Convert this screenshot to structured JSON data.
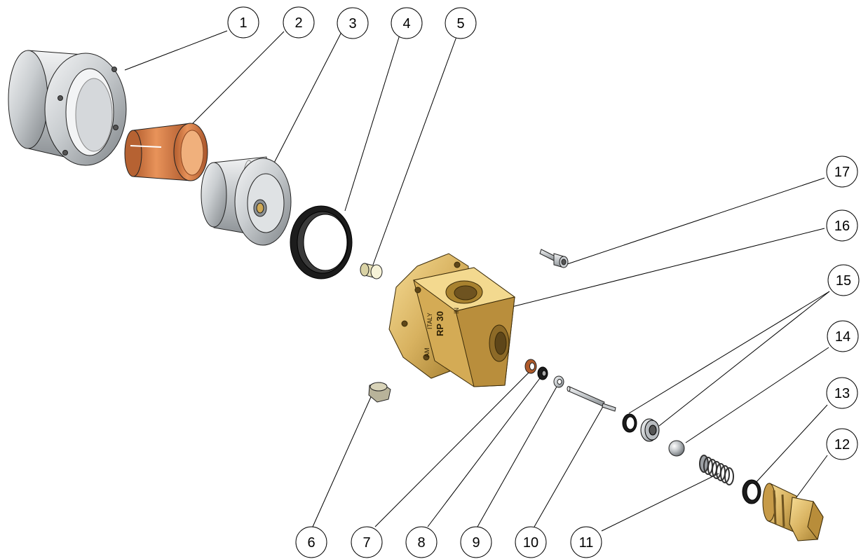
{
  "callouts": [
    {
      "number": "1"
    },
    {
      "number": "2"
    },
    {
      "number": "3"
    },
    {
      "number": "4"
    },
    {
      "number": "5"
    },
    {
      "number": "6"
    },
    {
      "number": "7"
    },
    {
      "number": "8"
    },
    {
      "number": "9"
    },
    {
      "number": "10"
    },
    {
      "number": "11"
    },
    {
      "number": "12"
    },
    {
      "number": "13"
    },
    {
      "number": "14"
    },
    {
      "number": "15"
    },
    {
      "number": "16"
    },
    {
      "number": "17"
    }
  ],
  "body_markings": {
    "brand": "ITALY",
    "model": "RP 30",
    "port_a": "AM",
    "port_b": "IN"
  },
  "colors": {
    "line": "#000000",
    "steel_light": "#e6e8ea",
    "steel_dark": "#8d9296",
    "brass_light": "#f2d58a",
    "brass_dark": "#a07a2c",
    "bronze_light": "#e8935a",
    "bronze_dark": "#a9552a",
    "rubber": "#1c1c1c",
    "ptfe": "#f2eecf"
  }
}
